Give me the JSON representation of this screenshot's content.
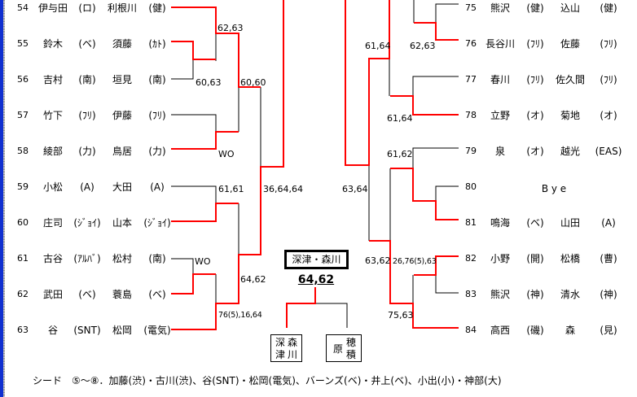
{
  "left_entries": [
    {
      "num": "54",
      "name1": "伊与田",
      "club1": "(ロ)",
      "name2": "利根川",
      "club2": "(健)"
    },
    {
      "num": "55",
      "name1": "鈴木",
      "club1": "(ベ)",
      "name2": "須藤",
      "club2": "(ｶﾄ)"
    },
    {
      "num": "56",
      "name1": "吉村",
      "club1": "(南)",
      "name2": "垣見",
      "club2": "(南)"
    },
    {
      "num": "57",
      "name1": "竹下",
      "club1": "(ﾌﾘ)",
      "name2": "伊藤",
      "club2": "(ﾌﾘ)"
    },
    {
      "num": "58",
      "name1": "綾部",
      "club1": "(力)",
      "name2": "鳥居",
      "club2": "(力)"
    },
    {
      "num": "59",
      "name1": "小松",
      "club1": "(A)",
      "name2": "大田",
      "club2": "(A)"
    },
    {
      "num": "60",
      "name1": "庄司",
      "club1": "(ｼﾞｮｲ)",
      "name2": "山本",
      "club2": "(ｼﾞｮｲ)"
    },
    {
      "num": "61",
      "name1": "古谷",
      "club1": "(ｱﾙﾊﾞ)",
      "name2": "松村",
      "club2": "(南)"
    },
    {
      "num": "62",
      "name1": "武田",
      "club1": "(ベ)",
      "name2": "蓑島",
      "club2": "(ベ)"
    },
    {
      "num": "63",
      "name1": "谷",
      "club1": "(SNT)",
      "name2": "松岡",
      "club2": "(電気)"
    }
  ],
  "right_entries": [
    {
      "num": "75",
      "name1": "熊沢",
      "club1": "(健)",
      "name2": "込山",
      "club2": "(健)"
    },
    {
      "num": "76",
      "name1": "長谷川",
      "club1": "(ﾌﾘ)",
      "name2": "佐藤",
      "club2": "(ﾌﾘ)"
    },
    {
      "num": "77",
      "name1": "春川",
      "club1": "(ﾌﾘ)",
      "name2": "佐久間",
      "club2": "(ﾌﾘ)"
    },
    {
      "num": "78",
      "name1": "立野",
      "club1": "(オ)",
      "name2": "菊地",
      "club2": "(オ)"
    },
    {
      "num": "79",
      "name1": "泉",
      "club1": "(オ)",
      "name2": "越光",
      "club2": "(EAS)"
    },
    {
      "num": "80",
      "bye": "B y e"
    },
    {
      "num": "81",
      "name1": "鳴海",
      "club1": "(ベ)",
      "name2": "山田",
      "club2": "(A)"
    },
    {
      "num": "82",
      "name1": "小野",
      "club1": "(開)",
      "name2": "松橋",
      "club2": "(曹)"
    },
    {
      "num": "83",
      "name1": "熊沢",
      "club1": "(神)",
      "name2": "清水",
      "club2": "(神)"
    },
    {
      "num": "84",
      "name1": "高西",
      "club1": "(磯)",
      "name2": "森",
      "club2": "(見)"
    }
  ],
  "left_scores": [
    "62,63",
    "60,63",
    "60,60",
    "WO",
    "61,61",
    "36,64,64",
    "64,62",
    "WO",
    "76(5),16,64"
  ],
  "right_scores": [
    "61,64",
    "62,63",
    "61,64",
    "61,62",
    "63,64",
    "63,62",
    "26,76(5),63",
    "75,63"
  ],
  "final": {
    "winner": "深津・森川",
    "score": "64,62",
    "left_pair": [
      "深",
      "森",
      "津",
      "川"
    ],
    "right_pair": [
      "原",
      "穂",
      "積"
    ]
  },
  "footer": "シード　⑤～⑧．加藤(渋)・古川(渋)、谷(SNT)・松岡(電気)、バーンズ(ベ)・井上(ベ)、小出(小)・神部(大)",
  "colors": {
    "winner_line": "#ff0000",
    "line": "#000000",
    "edge": "#1030d0"
  }
}
